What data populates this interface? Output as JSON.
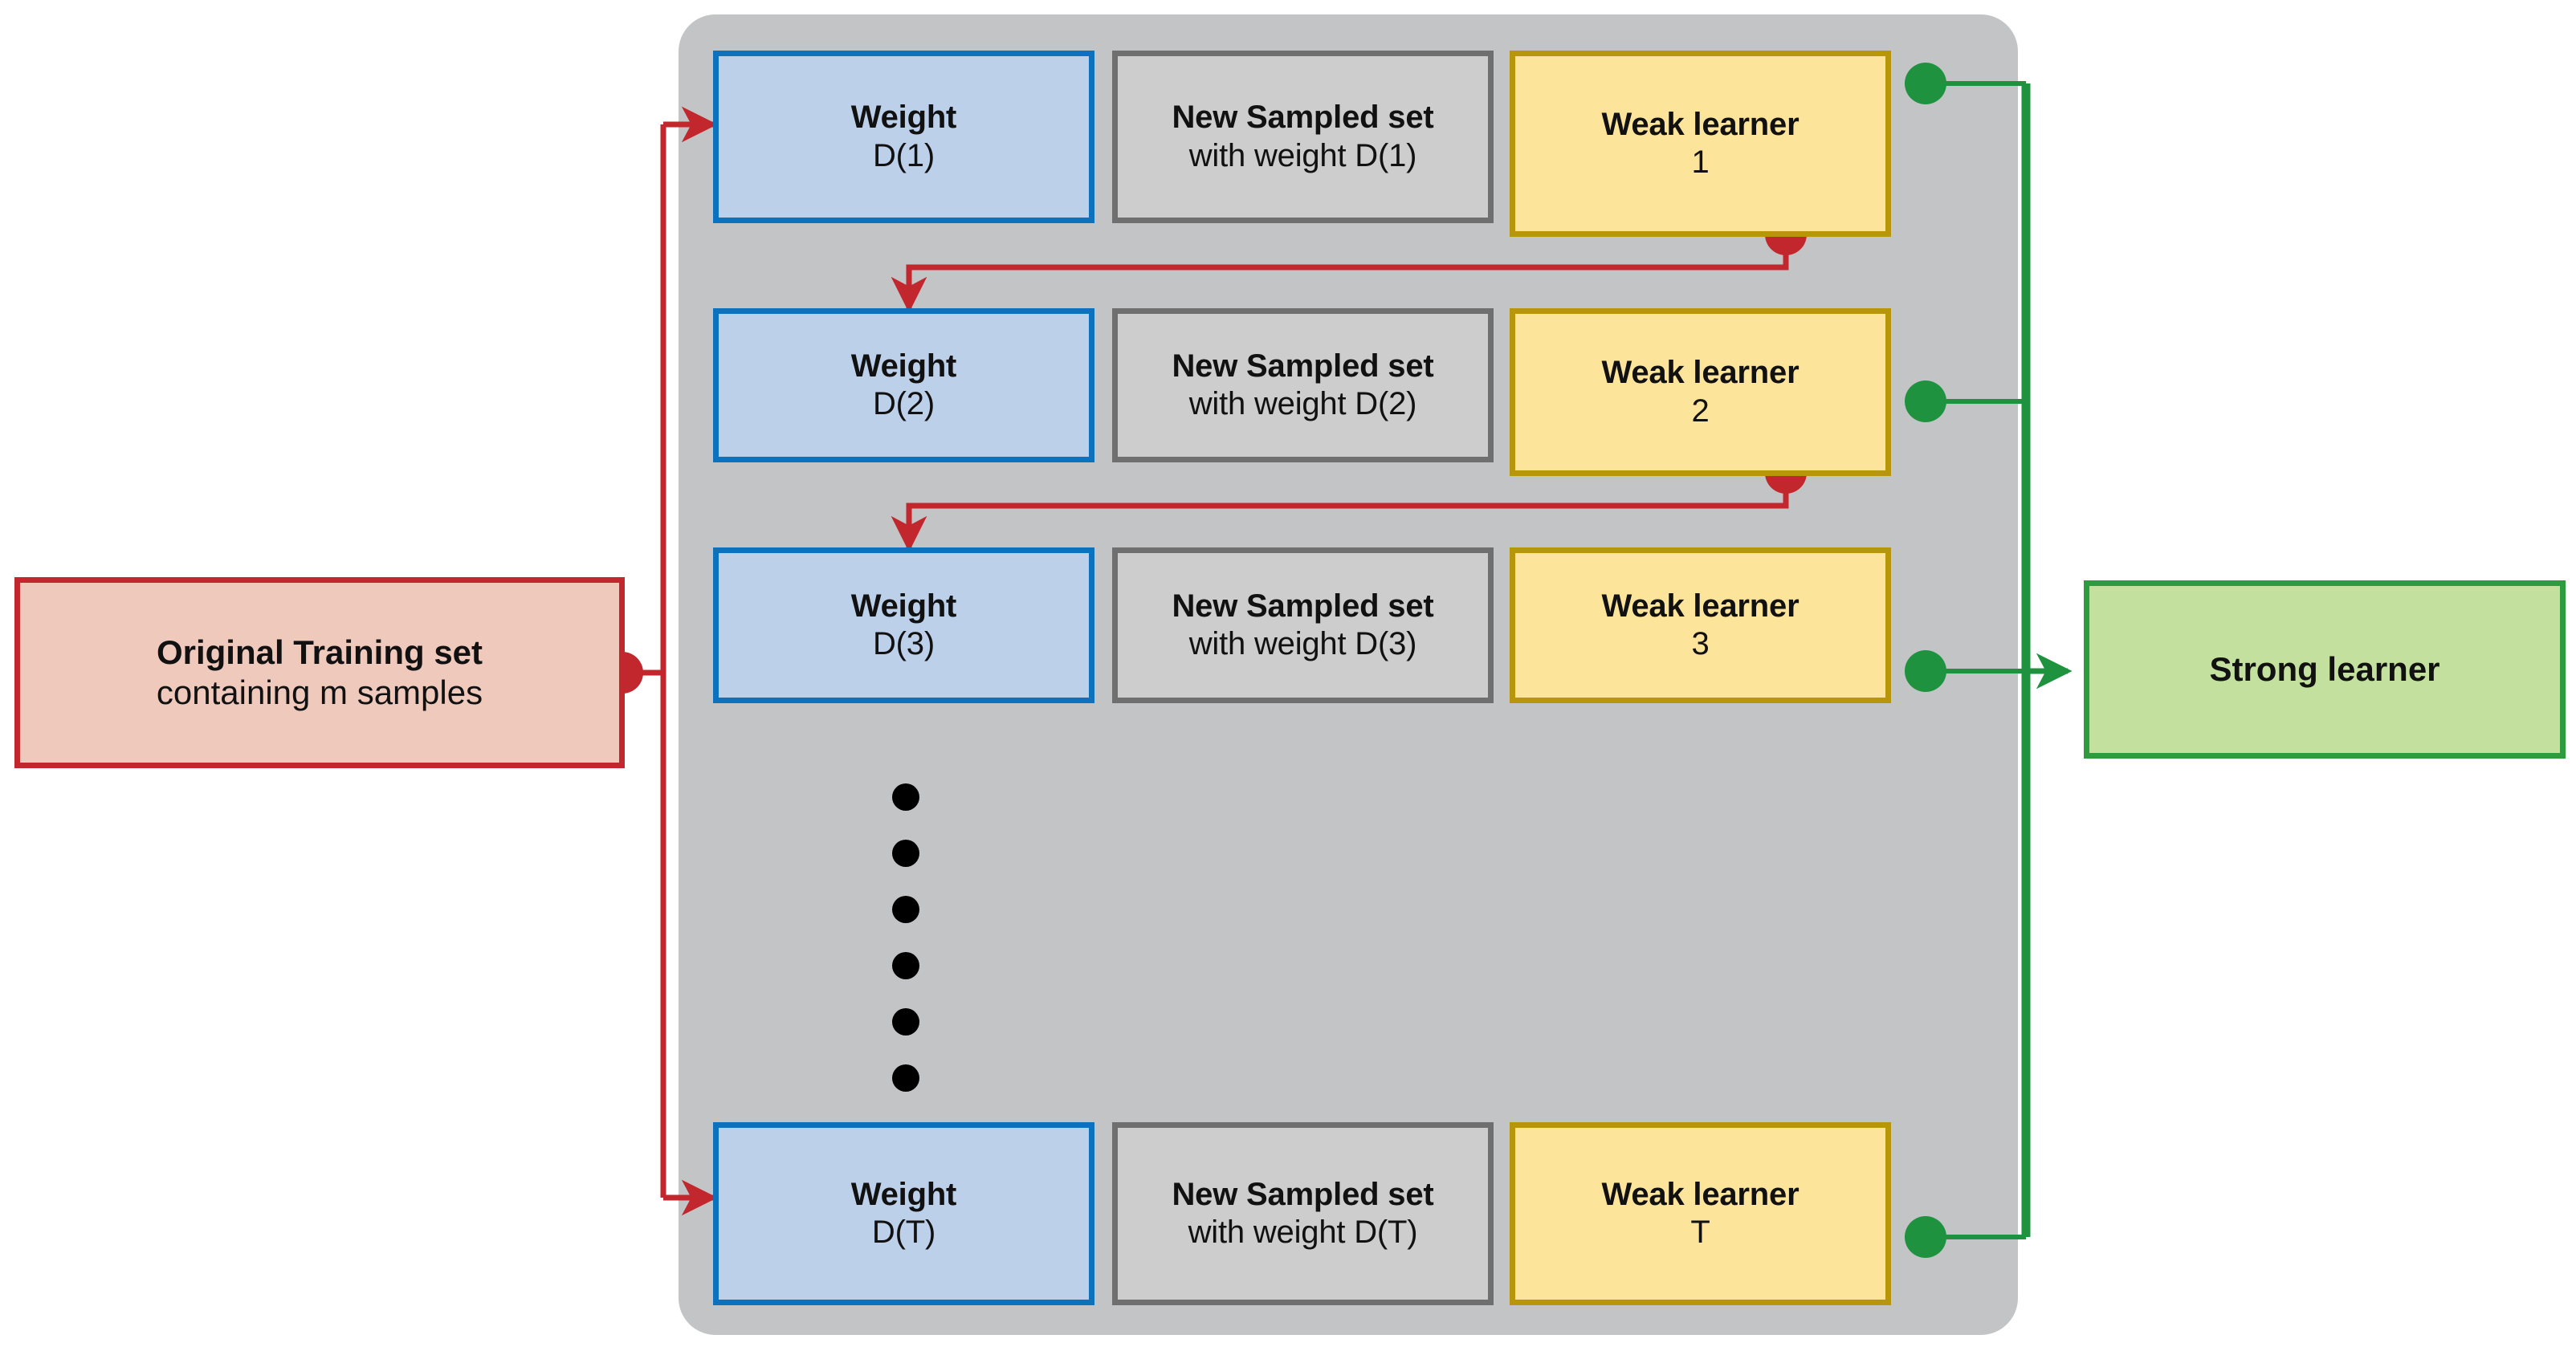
{
  "diagram": {
    "title": "AdaBoost / Boosting ensemble flow",
    "colors": {
      "panel_bg": "#c2c4c6",
      "weight_fill": "#bdd0ea",
      "weight_border": "#0c72be",
      "sample_fill": "#cdcdcd",
      "sample_border": "#6f6f6f",
      "learner_fill": "#fde49b",
      "learner_border": "#b8960c",
      "source_fill": "#f0c9bd",
      "source_border": "#c1272d",
      "target_fill": "#c3e09e",
      "target_border": "#2e9c3e",
      "red_wire": "#c1272d",
      "green_wire": "#1f9240",
      "dot_black": "#000000"
    }
  },
  "source": {
    "line1": "Original Training set",
    "line2": "containing m samples"
  },
  "target": {
    "label": "Strong learner"
  },
  "rows": [
    {
      "weight": {
        "line1": "Weight",
        "line2": "D(1)"
      },
      "sample": {
        "line1": "New Sampled set",
        "line2": "with weight D(1)"
      },
      "learner": {
        "line1": "Weak learner",
        "line2": "1"
      }
    },
    {
      "weight": {
        "line1": "Weight",
        "line2": "D(2)"
      },
      "sample": {
        "line1": "New Sampled set",
        "line2": "with weight D(2)"
      },
      "learner": {
        "line1": "Weak learner",
        "line2": "2"
      }
    },
    {
      "weight": {
        "line1": "Weight",
        "line2": "D(3)"
      },
      "sample": {
        "line1": "New Sampled set",
        "line2": "with weight D(3)"
      },
      "learner": {
        "line1": "Weak learner",
        "line2": "3"
      }
    },
    {
      "weight": {
        "line1": "Weight",
        "line2": "D(T)"
      },
      "sample": {
        "line1": "New Sampled set",
        "line2": "with weight D(T)"
      },
      "learner": {
        "line1": "Weak learner",
        "line2": "T"
      }
    }
  ],
  "ellipsis": {
    "dot_count": 6
  },
  "chart_data": {
    "type": "diagram",
    "title": "Boosting ensemble flow",
    "nodes": [
      "Original Training set containing m samples",
      "Weight D(1)",
      "New Sampled set with weight D(1)",
      "Weak learner 1",
      "Weight D(2)",
      "New Sampled set with weight D(2)",
      "Weak learner 2",
      "Weight D(3)",
      "New Sampled set with weight D(3)",
      "Weak learner 3",
      "Weight D(T)",
      "New Sampled set with weight D(T)",
      "Weak learner T",
      "Strong learner"
    ],
    "edges": [
      {
        "from": "Original Training set containing m samples",
        "to": "Weight D(1)",
        "color": "#c1272d"
      },
      {
        "from": "Original Training set containing m samples",
        "to": "Weight D(T)",
        "color": "#c1272d"
      },
      {
        "from": "Weak learner 1",
        "to": "Weight D(2)",
        "color": "#c1272d"
      },
      {
        "from": "Weak learner 2",
        "to": "Weight D(3)",
        "color": "#c1272d"
      },
      {
        "from": "Weak learner 1",
        "to": "Strong learner",
        "color": "#1f9240"
      },
      {
        "from": "Weak learner 2",
        "to": "Strong learner",
        "color": "#1f9240"
      },
      {
        "from": "Weak learner 3",
        "to": "Strong learner",
        "color": "#1f9240"
      },
      {
        "from": "Weak learner T",
        "to": "Strong learner",
        "color": "#1f9240"
      }
    ]
  }
}
